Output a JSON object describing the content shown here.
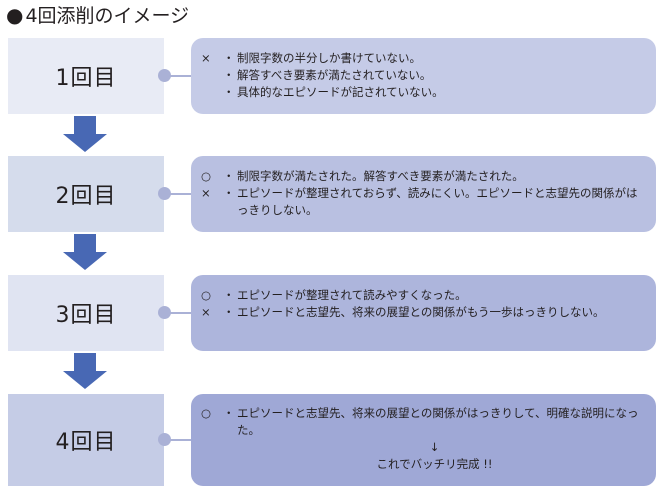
{
  "title": "4回添削のイメージ",
  "title_bullet": "●",
  "bullet": "・",
  "steps": [
    {
      "label": "1回目",
      "items": [
        {
          "mark": "×",
          "text": "制限字数の半分しか書けていない。"
        },
        {
          "mark": "",
          "text": "解答すべき要素が満たされていない。"
        },
        {
          "mark": "",
          "text": "具体的なエピソードが記されていない。"
        }
      ]
    },
    {
      "label": "2回目",
      "items": [
        {
          "mark": "○",
          "text": "制限字数が満たされた。解答すべき要素が満たされた。"
        },
        {
          "mark": "×",
          "text": "エピソードが整理されておらず、読みにくい。エピソードと志望先の関係がはっきりしない。"
        }
      ]
    },
    {
      "label": "3回目",
      "items": [
        {
          "mark": "○",
          "text": "エピソードが整理されて読みやすくなった。"
        },
        {
          "mark": "×",
          "text": "エピソードと志望先、将来の展望との関係がもう一歩はっきりしない。"
        }
      ]
    },
    {
      "label": "4回目",
      "items": [
        {
          "mark": "○",
          "text": "エピソードと志望先、将来の展望との関係がはっきりして、明確な説明になった。"
        }
      ],
      "down_arrow": "↓",
      "conclusion": "これでバッチリ完成 !!"
    }
  ],
  "colors": {
    "step_fills": [
      "#e8ebf5",
      "#d5dcec",
      "#e0e4f2",
      "#c5cce6"
    ],
    "box_fills": [
      "#c5cbe7",
      "#b9c0e1",
      "#adb5dc",
      "#9fa8d6"
    ],
    "arrow": "#4868b4",
    "connector": "#aab1d6"
  }
}
